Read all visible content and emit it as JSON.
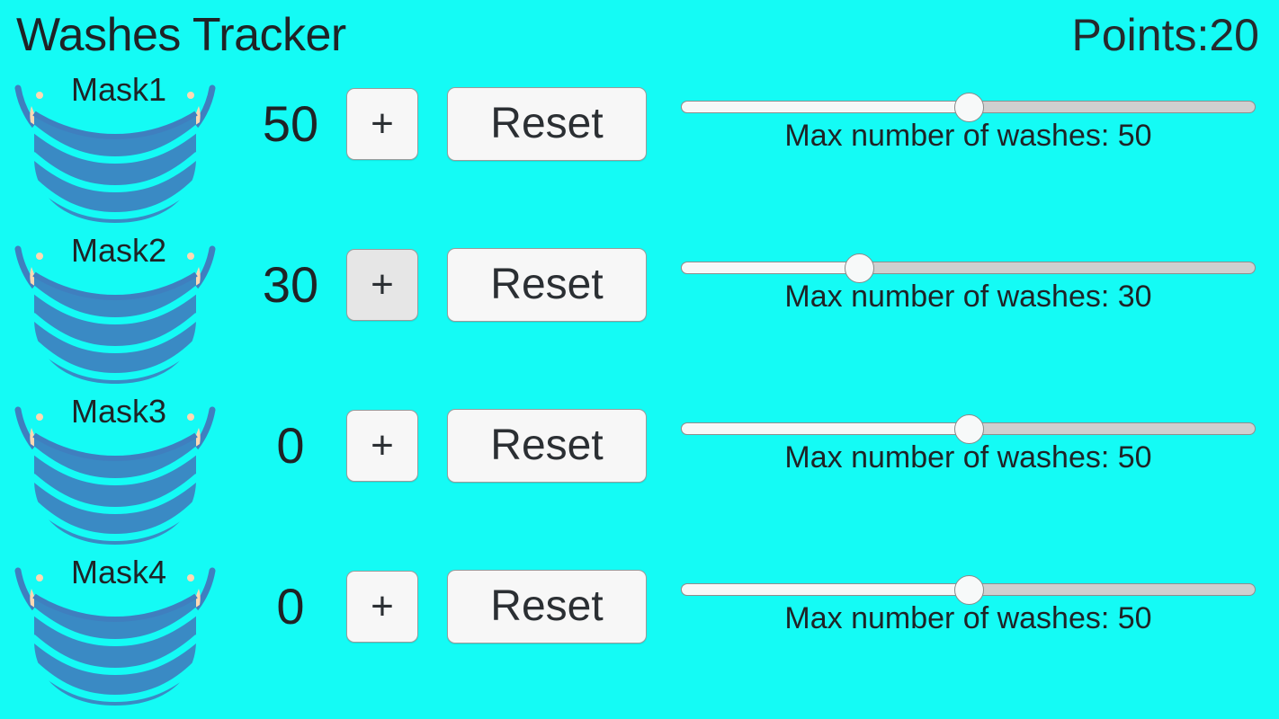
{
  "header": {
    "title": "Washes Tracker",
    "points_label": "Points:20"
  },
  "labels": {
    "plus": "+",
    "reset": "Reset",
    "max_washes_prefix": "Max number of washes: "
  },
  "colors": {
    "background": "#14fbf5",
    "text": "#1f2326",
    "mask_body": "#3a8ac4",
    "mask_outline": "#3f7fbf",
    "mask_pleat_gap": "#14fbf5",
    "ear_loop": "#ffd9b3",
    "button_face": "#f7f7f7",
    "button_face_pressed": "#e6e6e6",
    "button_border": "#9b9b9b",
    "slider_track": "#cfcfcf",
    "slider_fill": "#f6f8f8",
    "slider_thumb": "#f7f9f9"
  },
  "rows": [
    {
      "mask_label": "Mask1",
      "count": "50",
      "plus_label": "+",
      "plus_pressed": false,
      "reset_label": "Reset",
      "slider_value": 50,
      "slider_min": 0,
      "slider_max": 100,
      "slider_percent": 50,
      "caption": "Max number of washes: 50"
    },
    {
      "mask_label": "Mask2",
      "count": "30",
      "plus_label": "+",
      "plus_pressed": true,
      "reset_label": "Reset",
      "slider_value": 30,
      "slider_min": 0,
      "slider_max": 100,
      "slider_percent": 31,
      "caption": "Max number of washes: 30"
    },
    {
      "mask_label": "Mask3",
      "count": "0",
      "plus_label": "+",
      "plus_pressed": false,
      "reset_label": "Reset",
      "slider_value": 50,
      "slider_min": 0,
      "slider_max": 100,
      "slider_percent": 50,
      "caption": "Max number of washes: 50"
    },
    {
      "mask_label": "Mask4",
      "count": "0",
      "plus_label": "+",
      "plus_pressed": false,
      "reset_label": "Reset",
      "slider_value": 50,
      "slider_min": 0,
      "slider_max": 100,
      "slider_percent": 50,
      "caption": "Max number of washes: 50"
    }
  ],
  "icons": {
    "mask": "face-mask-icon"
  }
}
